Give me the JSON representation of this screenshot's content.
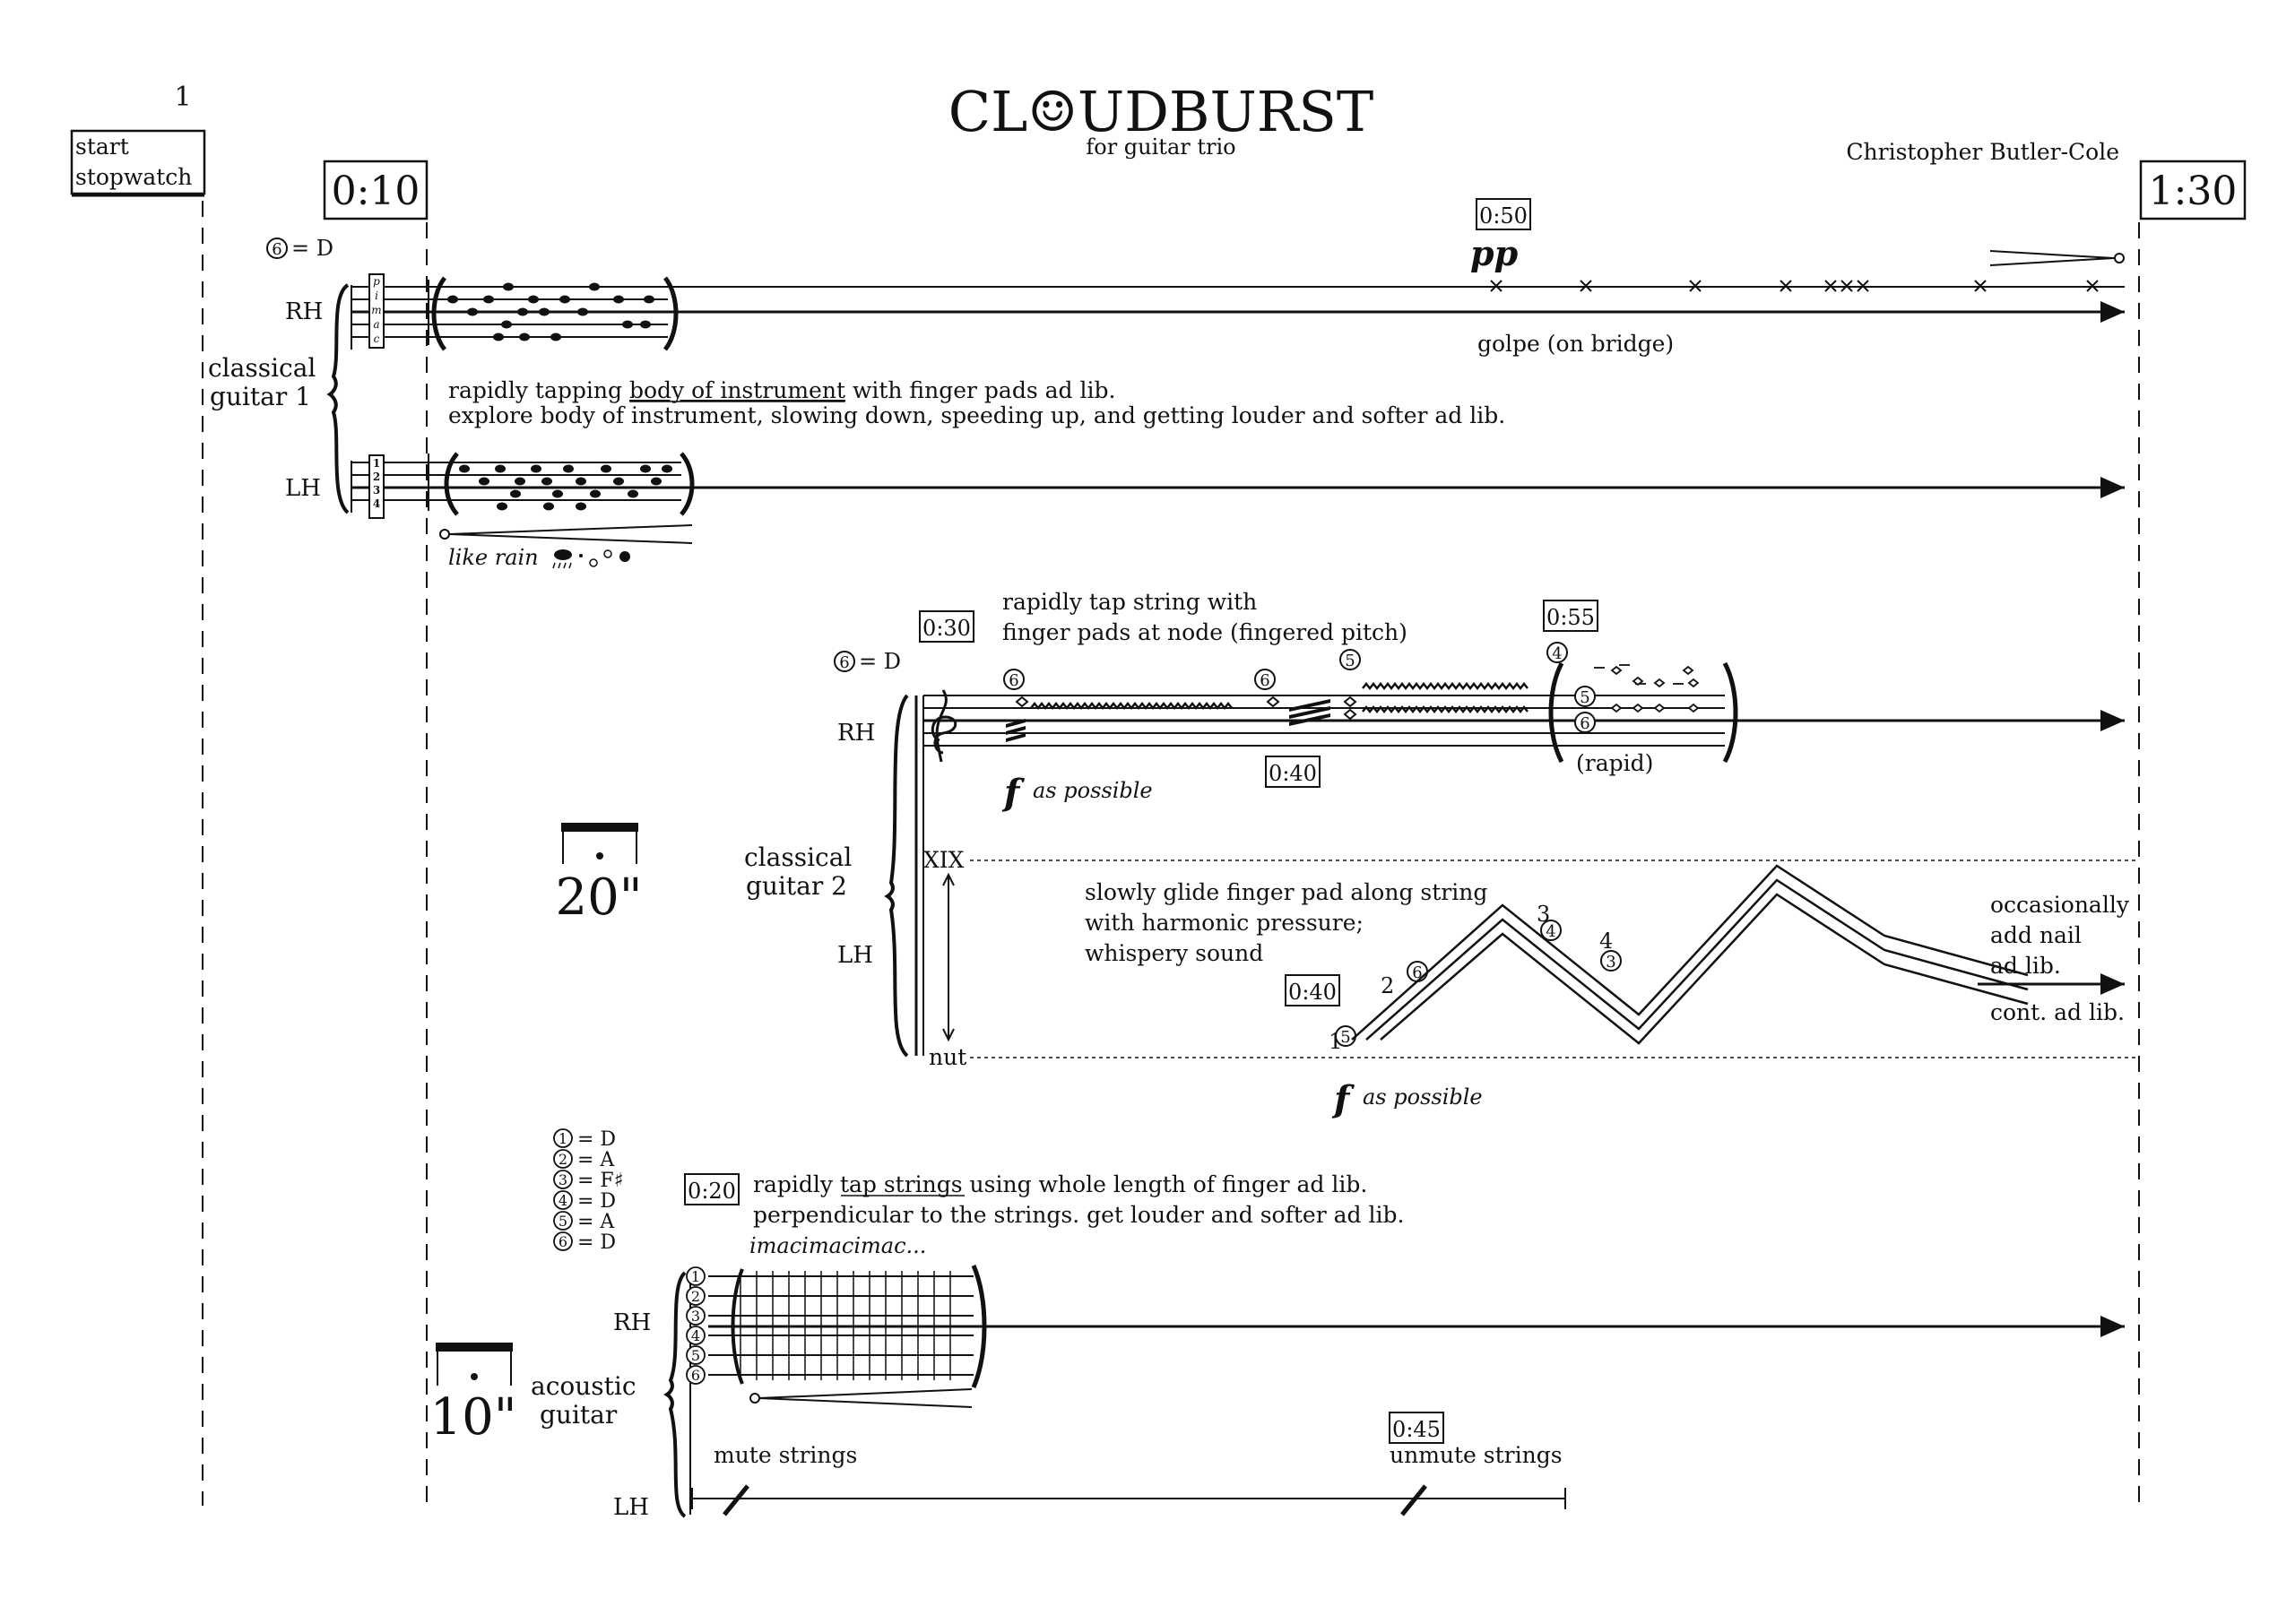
{
  "page": {
    "number": "1",
    "title_pre": "CL",
    "title_post": "UDBURST",
    "title_face": "☺",
    "subtitle": "for guitar trio",
    "composer": "Christopher Butler-Cole"
  },
  "stopwatch": {
    "line1": "start",
    "line2": "stopwatch"
  },
  "markers": {
    "start_time": "0:10",
    "end_time": "1:30",
    "t050": "0:50",
    "t030": "0:30",
    "t040a": "0:40",
    "t055": "0:55",
    "t040b": "0:40",
    "t020": "0:20",
    "t045": "0:45"
  },
  "durations": {
    "d20": "20\"",
    "d10": "10\""
  },
  "guitar1": {
    "tuning": "= D",
    "tuning_string": "6",
    "name1": "classical",
    "name2": "guitar 1",
    "rh": "RH",
    "lh": "LH",
    "rh_fingers": [
      "p",
      "i",
      "m",
      "a",
      "c"
    ],
    "lh_fingers": [
      "1",
      "2",
      "3",
      "4"
    ],
    "dyn_pp": "pp",
    "golpe": "golpe (on bridge)",
    "instr1_pre": "rapidly tapping ",
    "instr1_ul": "body of instrument",
    "instr1_post": " with finger pads ad lib.",
    "instr2": "explore body of instrument, slowing down, speeding up, and getting louder and softer ad lib.",
    "like_rain": "like rain"
  },
  "guitar2": {
    "tuning": "= D",
    "tuning_string": "6",
    "name1": "classical",
    "name2": "guitar 2",
    "rh": "RH",
    "lh": "LH",
    "instr1": "rapidly tap string with",
    "instr2": "finger pads at node (fingered pitch)",
    "dyn_f": "f",
    "as_possible": "as possible",
    "rapid": "(rapid)",
    "xix": "XIX",
    "nut": "nut",
    "glide1": "slowly glide finger pad along string",
    "glide2": "with harmonic pressure;",
    "glide3": "whispery sound",
    "occ1": "occasionally",
    "occ2": "add nail",
    "occ3": "ad lib.",
    "cont": "cont. ad lib.",
    "fing": [
      "1",
      "2",
      "3",
      "4"
    ],
    "strings": [
      "6",
      "6",
      "5",
      "4",
      "5",
      "6",
      "6",
      "5",
      "4",
      "3"
    ]
  },
  "acoustic": {
    "tunings": [
      {
        "s": "1",
        "n": "= D"
      },
      {
        "s": "2",
        "n": "= A"
      },
      {
        "s": "3",
        "n": "= F♯"
      },
      {
        "s": "4",
        "n": "= D"
      },
      {
        "s": "5",
        "n": "= A"
      },
      {
        "s": "6",
        "n": "= D"
      }
    ],
    "name1": "acoustic",
    "name2": "guitar",
    "rh": "RH",
    "lh": "LH",
    "instr1_pre": "rapidly ",
    "instr1_ul": "tap strings ",
    "instr1_post": "using whole length of finger ad lib.",
    "instr2": "perpendicular to the strings. get louder and softer ad lib.",
    "imac": "imacimacimac...",
    "mute": "mute strings",
    "unmute": "unmute strings",
    "string_nums": [
      "1",
      "2",
      "3",
      "4",
      "5",
      "6"
    ]
  }
}
